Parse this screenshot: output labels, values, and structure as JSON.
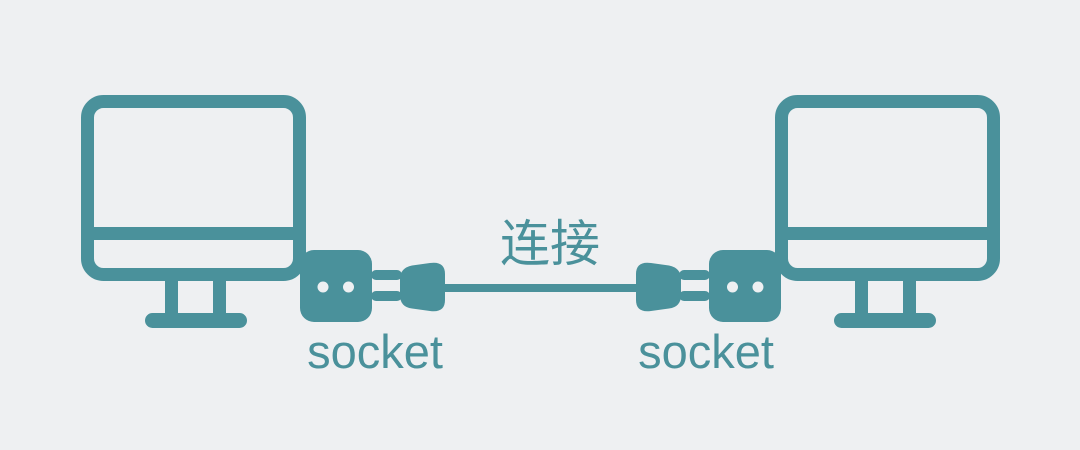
{
  "colors": {
    "accent": "#4a919b",
    "background": "#eef0f2"
  },
  "labels": {
    "connection": "连接",
    "socket_left": "socket",
    "socket_right": "socket"
  },
  "icons": {
    "left_computer": "computer-monitor-icon",
    "left_socket": "socket-icon",
    "left_plug": "plug-icon",
    "cable": "cable-line-icon",
    "right_plug": "plug-icon",
    "right_socket": "socket-icon",
    "right_computer": "computer-monitor-icon"
  }
}
